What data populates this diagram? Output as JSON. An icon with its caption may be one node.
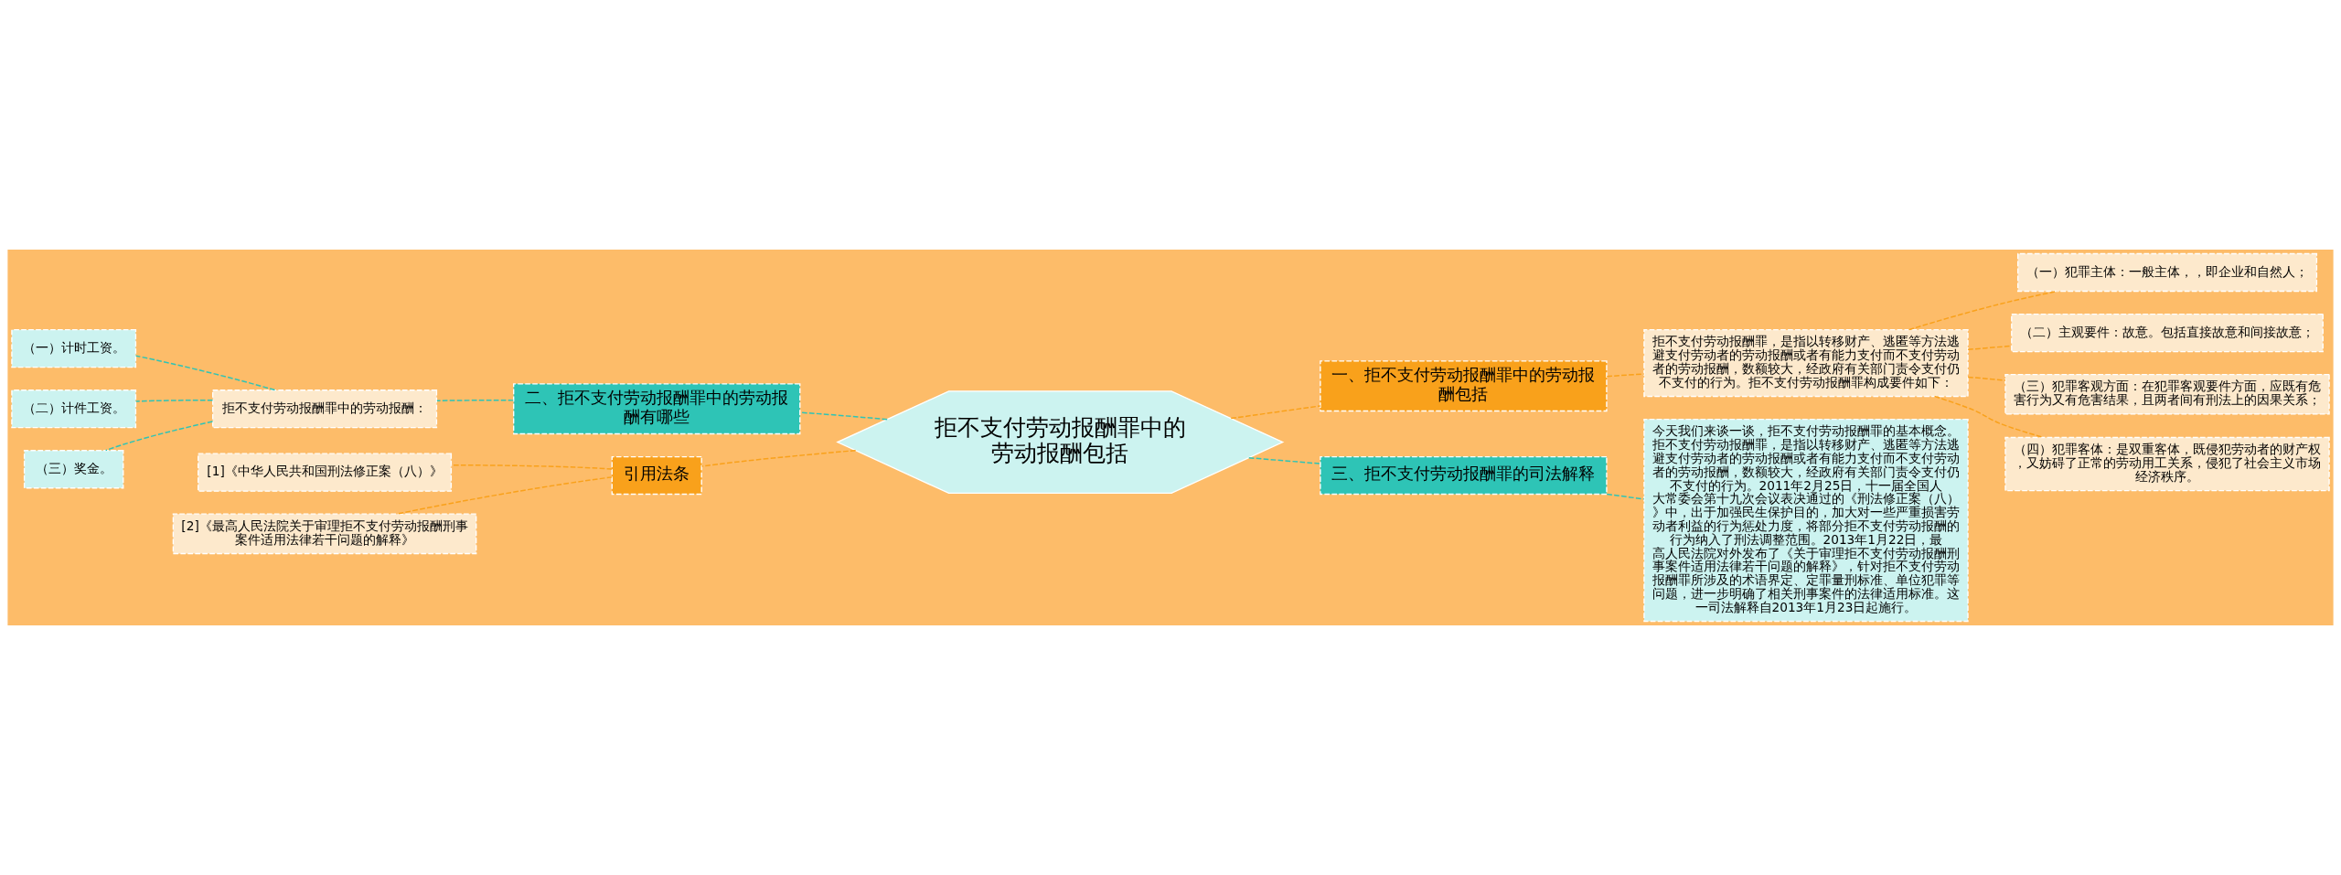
{
  "diagram": {
    "nodes": [
      {
        "text": [
          "拒不支付劳动报酬罪中的劳动报酬包括"
        ]
      },
      {
        "text": [
          "一、拒不支付劳动报酬罪中的劳动报酬包括"
        ]
      },
      {
        "text": [
          "拒不支付劳动报酬罪，是指以转移财产、逃匿等方法逃避支付劳动者的劳动报酬或者有能力支付而不支付劳动者的劳动报酬，数额较大，经政府有关部门责令支付仍不支付的行为。拒不支付劳动报酬罪构成要件如下："
        ]
      },
      {
        "text": [
          "（一）犯罪主体：一般主体，，即企业和自然人；"
        ]
      },
      {
        "text": [
          "（二）主观要件：故意。包括直接故意和间接故意；"
        ]
      },
      {
        "text": [
          "（三）犯罪客观方面：在犯罪客观要件方面，应既有危害行为又有危害结果，且两者间有刑法上的因果关系；"
        ]
      },
      {
        "text": [
          "（四）犯罪客体：是双重客体，既侵犯劳动者的财产权，又妨碍了正常的劳动用工关系，侵犯了社会主义市场经济秩序。"
        ]
      },
      {
        "text": [
          "三、拒不支付劳动报酬罪的司法解释"
        ]
      },
      {
        "text": [
          "今天我们来谈一谈，拒不支付劳动报酬罪的基本概念。拒不支付劳动报酬罪，是指以转移财产、逃匿等方法逃避支付劳动者的劳动报酬或者有能力支付而不支付劳动者的劳动报酬，数额较大，经政府有关部门责令支付仍不支付的行为。2011年2月25日，十一届全国人大常委会第十九次会议表决通过的《刑法修正案（八）》中，出于加强民生保护目的，加大对一些严重损害劳动者利益的行为惩处力度，将部分拒不支付劳动报酬的行为纳入了刑法调整范围。2013年1月22日，最高人民法院对外发布了《关于审理拒不支付劳动报酬刑事案件适用法律若干问题的解释》，针对拒不支付劳动报酬罪所涉及的术语界定、定罪量刑标准、单位犯罪等问题，进一步明确了相关刑事案件的法律适用标准。这一司法解释自2013年1月23日起施行。"
        ]
      },
      {
        "text": [
          "二、拒不支付劳动报酬罪中的劳动报酬有哪些"
        ]
      },
      {
        "text": [
          "拒不支付劳动报酬罪中的劳动报酬："
        ]
      },
      {
        "text": [
          "（一）计时工资。"
        ]
      },
      {
        "text": [
          "（二）计件工资。"
        ]
      },
      {
        "text": [
          "（三）奖金。"
        ]
      },
      {
        "text": [
          "引用法条"
        ]
      },
      {
        "text": [
          "[1]《中华人民共和国刑法修正案（八）》"
        ]
      },
      {
        "text": [
          "[2]《最高人民法院关于审理拒不支付劳动报酬刑事案件适用法律若干问题的解释》"
        ]
      }
    ],
    "edges": [
      {
        "from": 0,
        "to": 1,
        "arrow": "none",
        "style": "dashed"
      },
      {
        "from": 1,
        "to": 2,
        "arrow": "none",
        "style": "dashed"
      },
      {
        "from": 2,
        "to": 3,
        "arrow": "none",
        "style": "dashed"
      },
      {
        "from": 2,
        "to": 4,
        "arrow": "none",
        "style": "dashed"
      },
      {
        "from": 2,
        "to": 5,
        "arrow": "none",
        "style": "dashed"
      },
      {
        "from": 2,
        "to": 6,
        "arrow": "none",
        "style": "dashed"
      },
      {
        "from": 0,
        "to": 7,
        "arrow": "none",
        "style": "dashed",
        "color": "#2ec4b6"
      },
      {
        "from": 7,
        "to": 8,
        "arrow": "none",
        "style": "dashed",
        "color": "#2ec4b6"
      },
      {
        "from": 0,
        "to": 9,
        "arrow": "none",
        "style": "dashed",
        "color": "#2ec4b6"
      },
      {
        "from": 9,
        "to": 10,
        "arrow": "none",
        "style": "dashed",
        "color": "#2ec4b6"
      },
      {
        "from": 10,
        "to": 11,
        "arrow": "none",
        "style": "dashed",
        "color": "#2ec4b6"
      },
      {
        "from": 10,
        "to": 12,
        "arrow": "none",
        "style": "dashed",
        "color": "#2ec4b6"
      },
      {
        "from": 10,
        "to": 13,
        "arrow": "none",
        "style": "dashed",
        "color": "#2ec4b6"
      },
      {
        "from": 0,
        "to": 14,
        "arrow": "none",
        "style": "dashed"
      },
      {
        "from": 14,
        "to": 15,
        "arrow": "none",
        "style": "dashed"
      },
      {
        "from": 14,
        "to": 16,
        "arrow": "none",
        "style": "dashed"
      }
    ]
  }
}
